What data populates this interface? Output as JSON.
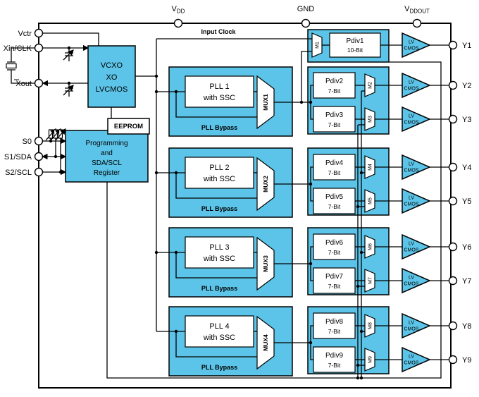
{
  "colors": {
    "block_fill": "#5CC4E8",
    "stroke": "#000000",
    "background": "#FFFFFF"
  },
  "top_pins": [
    {
      "main": "V",
      "sub": "DD"
    },
    {
      "main": "GND",
      "sub": ""
    },
    {
      "main": "V",
      "sub": "DDOUT"
    }
  ],
  "left_pins": [
    "Vctr",
    "Xin/CLK",
    "Xout",
    "S0",
    "S1/SDA",
    "S2/SCL"
  ],
  "labels": {
    "input_clock": "Input Clock",
    "eeprom": "EEPROM"
  },
  "vcxo_lines": [
    "VCXO",
    "XO",
    "LVCMOS"
  ],
  "programming_lines": [
    "Programming",
    "and",
    "SDA/SCL",
    "Register"
  ],
  "plls": [
    {
      "line1": "PLL 1",
      "line2": "with SSC",
      "bypass": "PLL Bypass",
      "mux": "MUX1"
    },
    {
      "line1": "PLL 2",
      "line2": "with SSC",
      "bypass": "PLL Bypass",
      "mux": "MUX2"
    },
    {
      "line1": "PLL 3",
      "line2": "with SSC",
      "bypass": "PLL Bypass",
      "mux": "MUX3"
    },
    {
      "line1": "PLL 4",
      "line2": "with SSC",
      "bypass": "PLL Bypass",
      "mux": "MUX4"
    }
  ],
  "dividers": [
    {
      "name": "Pdiv1",
      "bits": "10-Bit",
      "mux": "M1"
    },
    {
      "name": "Pdiv2",
      "bits": "7-Bit",
      "mux": "M2"
    },
    {
      "name": "Pdiv3",
      "bits": "7-Bit",
      "mux": "M3"
    },
    {
      "name": "Pdiv4",
      "bits": "7-Bit",
      "mux": "M4"
    },
    {
      "name": "Pdiv5",
      "bits": "7-Bit",
      "mux": "M5"
    },
    {
      "name": "Pdiv6",
      "bits": "7-Bit",
      "mux": "M6"
    },
    {
      "name": "Pdiv7",
      "bits": "7-Bit",
      "mux": "M7"
    },
    {
      "name": "Pdiv8",
      "bits": "7-Bit",
      "mux": "M8"
    },
    {
      "name": "Pdiv9",
      "bits": "7-Bit",
      "mux": "M9"
    }
  ],
  "buffer_label": {
    "line1": "LV",
    "line2": "CMOS"
  },
  "outputs": [
    "Y1",
    "Y2",
    "Y3",
    "Y4",
    "Y5",
    "Y6",
    "Y7",
    "Y8",
    "Y9"
  ]
}
